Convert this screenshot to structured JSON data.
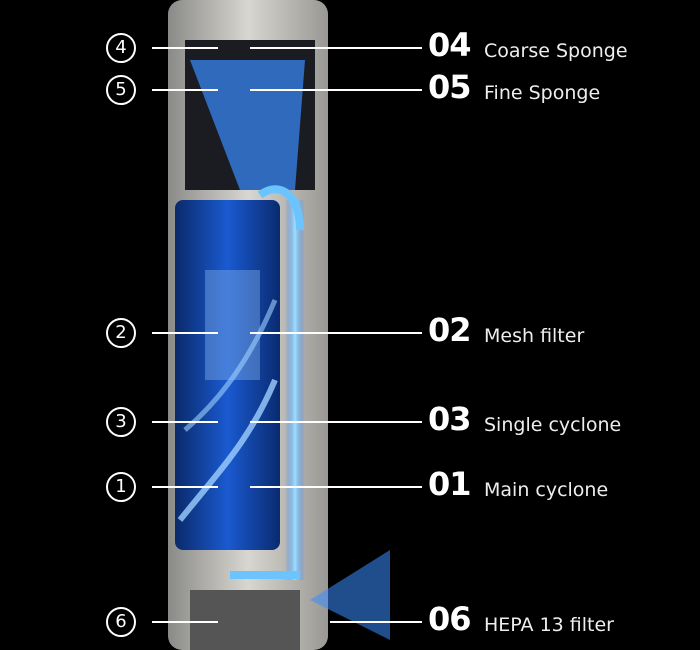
{
  "callouts": [
    {
      "marker": "4",
      "number": "04",
      "label": "Coarse Sponge"
    },
    {
      "marker": "5",
      "number": "05",
      "label": "Fine Sponge"
    },
    {
      "marker": "2",
      "number": "02",
      "label": "Mesh filter"
    },
    {
      "marker": "3",
      "number": "03",
      "label": "Single cyclone"
    },
    {
      "marker": "1",
      "number": "01",
      "label": "Main cyclone"
    },
    {
      "marker": "6",
      "number": "06",
      "label": "HEPA 13 filter"
    }
  ]
}
